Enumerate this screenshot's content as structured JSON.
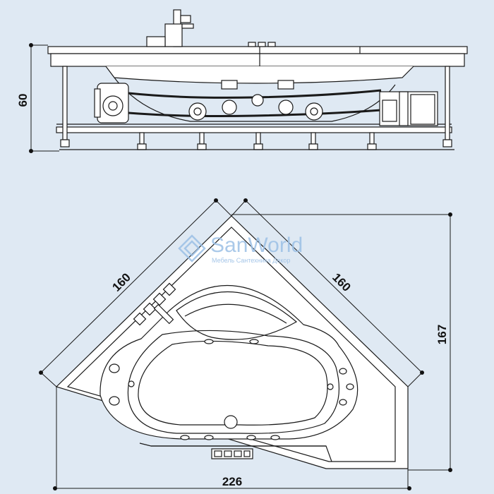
{
  "dimensions": {
    "height": "60",
    "side_left": "160",
    "side_right": "160",
    "width": "226",
    "depth": "167"
  },
  "watermark": {
    "brand": "SanWorld",
    "tagline": "Мебель Сантехника Декор",
    "logo_icon": "sanworld-logo-icon"
  },
  "colors": {
    "background": "#dfe9f3",
    "line": "#1a1a1a",
    "watermark": "#9cc0e6"
  }
}
